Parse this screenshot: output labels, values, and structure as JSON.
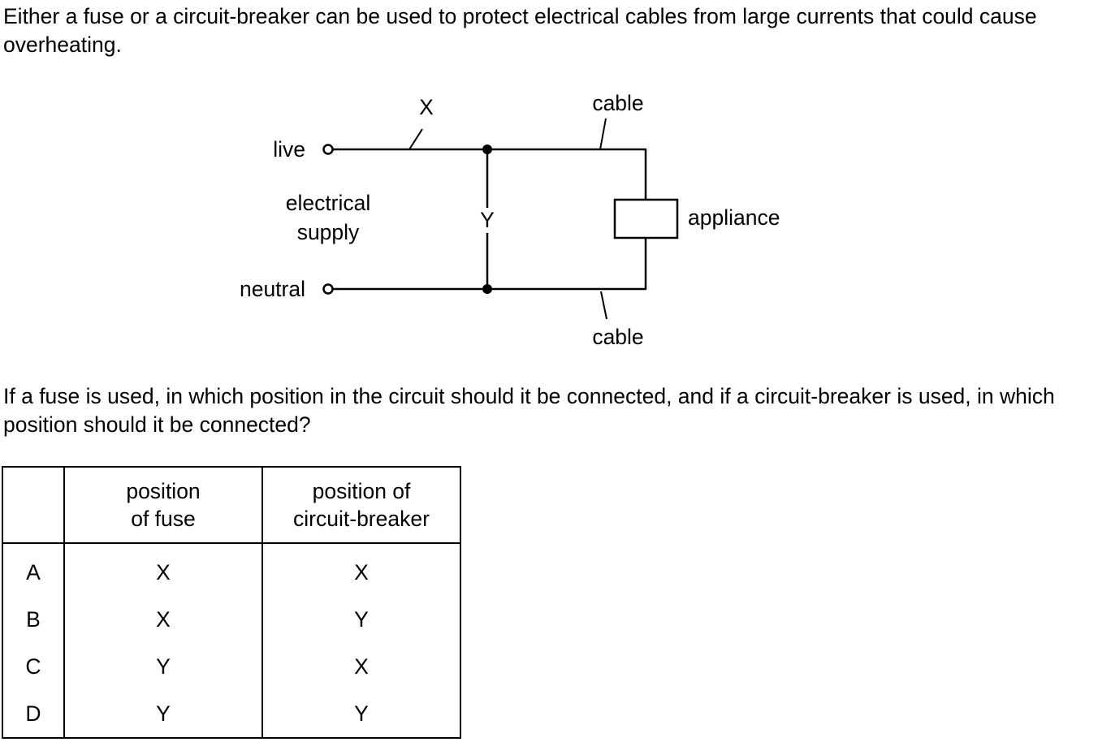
{
  "intro": "Either a fuse or a circuit-breaker can be used to protect electrical cables from large currents that could cause overheating.",
  "diagram": {
    "live_label": "live",
    "neutral_label": "neutral",
    "supply_label_1": "electrical",
    "supply_label_2": "supply",
    "x_label": "X",
    "y_label": "Y",
    "cable_top_label": "cable",
    "cable_bottom_label": "cable",
    "appliance_label": "appliance"
  },
  "question": "If a fuse is used, in which position in the circuit should it be connected, and if a circuit-breaker is used, in which position should it be connected?",
  "table": {
    "headers": [
      "",
      "position of fuse",
      "position of circuit-breaker"
    ],
    "header_fuse_1": "position",
    "header_fuse_2": "of fuse",
    "header_cb_1": "position of",
    "header_cb_2": "circuit-breaker",
    "rows": [
      {
        "letter": "A",
        "fuse": "X",
        "breaker": "X"
      },
      {
        "letter": "B",
        "fuse": "X",
        "breaker": "Y"
      },
      {
        "letter": "C",
        "fuse": "Y",
        "breaker": "X"
      },
      {
        "letter": "D",
        "fuse": "Y",
        "breaker": "Y"
      }
    ]
  }
}
